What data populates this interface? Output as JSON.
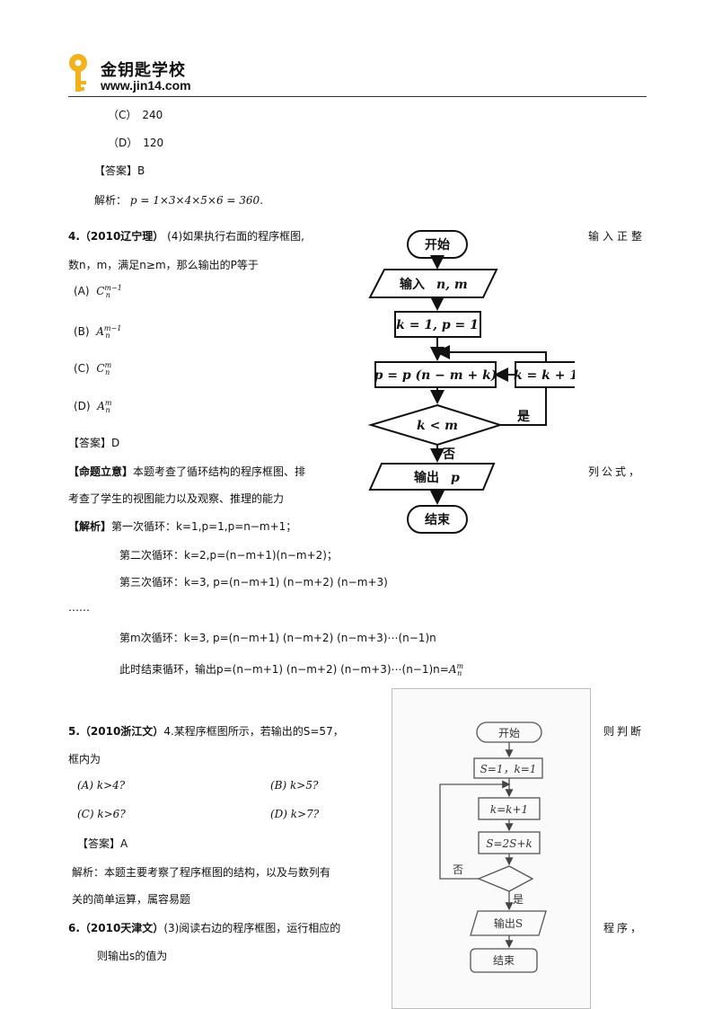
{
  "header": {
    "logo_text": "金钥匙学校",
    "url": "www.jin14.com"
  },
  "q3": {
    "opt_c": "（C）　240",
    "opt_d": "（D）　120",
    "answer": "【答案】B",
    "analysis_prefix": "解析：",
    "analysis_formula": "p = 1×3×4×5×6 = 360."
  },
  "q4": {
    "number_source": "4.（2010辽宁理）",
    "stem_a": "(4)如果执行右面的程序框图,",
    "stem_b": "输入正整",
    "stem_c": "数n，m，满足n≥m，那么输出的P等于",
    "options": [
      {
        "label": "(A)",
        "base": "C",
        "sub": "n",
        "sup": "m−1"
      },
      {
        "label": "(B)",
        "base": "A",
        "sub": "n",
        "sup": "m−1"
      },
      {
        "label": "(C)",
        "base": "C",
        "sub": "n",
        "sup": "m"
      },
      {
        "label": "(D)",
        "base": "A",
        "sub": "n",
        "sup": "m"
      }
    ],
    "answer": "【答案】D",
    "intent_label": "【命题立意】",
    "intent_a": "本题考查了循环结构的程序框图、排",
    "intent_b": "列公式，",
    "intent_c": "考查了学生的视图能力以及观察、推理的能力",
    "sol_label": "【解析】",
    "sol_1": "第一次循环：k=1,p=1,p=n−m+1；",
    "sol_2": "第二次循环：k=2,p=(n−m+1)(n−m+2)；",
    "sol_3": "第三次循环：k=3, p=(n−m+1) (n−m+2) (n−m+3)",
    "ellipsis": "……",
    "sol_m": "第m次循环：k=3, p=(n−m+1) (n−m+2) (n−m+3)⋯(n−1)n",
    "sol_end": "此时结束循环，输出p=(n−m+1) (n−m+2) (n−m+3)⋯(n−1)n=",
    "sol_end_base": "A",
    "sol_end_sub": "n",
    "sol_end_sup": "m"
  },
  "flow1": {
    "start": "开始",
    "input_label": "输入",
    "input_vars": "n, m",
    "init": "k = 1, p = 1",
    "update_p": "p = p (n − m + k)",
    "update_k": "k = k + 1",
    "cond": "k < m",
    "yes": "是",
    "no": "否",
    "output_label": "输出",
    "output_var": "p",
    "end": "结束"
  },
  "q5": {
    "number_source": "5.（2010浙江文）",
    "stem_a": "4.某程序框图所示，若输出的S=57，",
    "stem_b": "则判断",
    "stem_c": "框内为",
    "options": [
      "(A)  k>4?",
      "(B)  k>5?",
      "(C)  k>6?",
      "(D)  k>7?"
    ],
    "answer": "【答案】A",
    "analysis_a": "解析：本题主要考察了程序框图的结构，以及与数列有",
    "analysis_b": "关的简单运算，属容易题"
  },
  "flow2": {
    "start": "开始",
    "init": "S=1，k=1",
    "update_k": "k=k+1",
    "update_s": "S=2S+k",
    "no": "否",
    "yes": "是",
    "output": "输出S",
    "end": "结束"
  },
  "q6": {
    "number_source": "6.（2010天津文）",
    "stem_a": "(3)阅读右边的程序框图，运行相应的",
    "stem_b": "程序，",
    "stem_c": "则输出s的值为"
  }
}
